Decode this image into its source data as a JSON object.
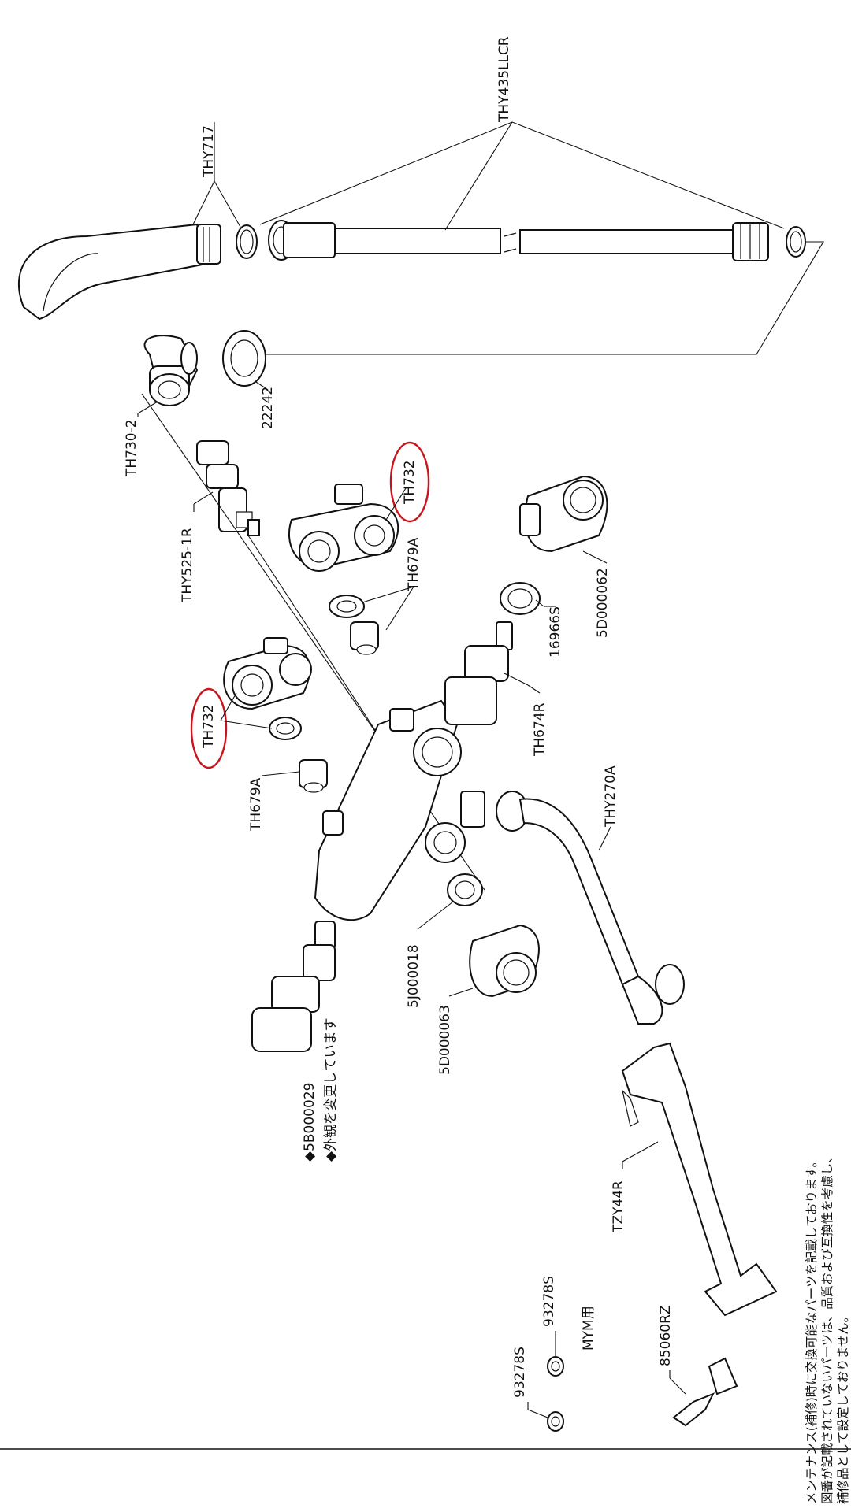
{
  "labels": {
    "thy717": "THY717",
    "thy435llcr": "THY435LLCR",
    "th730_2": "TH730-2",
    "p22242": "22242",
    "thy525_1r": "THY525-1R",
    "th732_top": "TH732",
    "th679a_top": "TH679A",
    "th732_left": "TH732",
    "th679a_left": "TH679A",
    "p5d000062": "5D000062",
    "p16966s": "16966S",
    "th674r": "TH674R",
    "thy270a": "THY270A",
    "p5j000018": "5J000018",
    "p5d000063": "5D000063",
    "p5b000029": "◆5B000029",
    "appearance_note": "◆外観を変更しています",
    "tzy44r": "TZY44R",
    "p85060rz": "85060RZ",
    "p93278s_a": "93278S",
    "p93278s_b": "93278S",
    "mym": "MYM用"
  },
  "notes": [
    "メンテナンス(補修)時に交換可能なパーツを記載しております。",
    "図番が記載されていないパーツは、品質および互換性を考慮し、",
    "補修品として設定しておりません。"
  ],
  "colors": {
    "highlight": "#c8141c",
    "line": "#111111"
  }
}
